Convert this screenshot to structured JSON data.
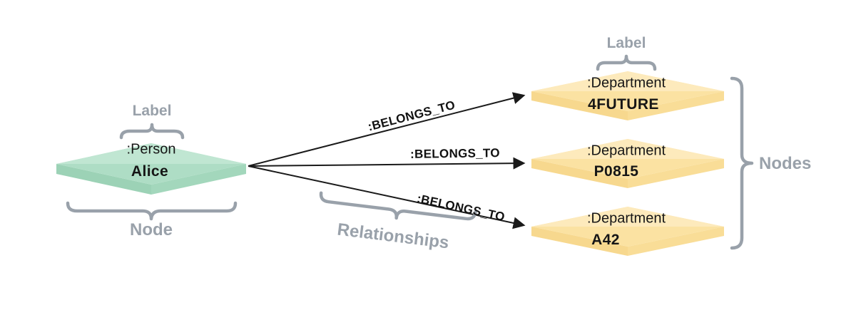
{
  "person_node": {
    "label": ":Person",
    "name": "Alice"
  },
  "department_nodes": [
    {
      "label": ":Department",
      "name": "4FUTURE"
    },
    {
      "label": ":Department",
      "name": "P0815"
    },
    {
      "label": ":Department",
      "name": "A42"
    }
  ],
  "relationships": [
    {
      "type": ":BELONGS_TO"
    },
    {
      "type": ":BELONGS_TO"
    },
    {
      "type": ":BELONGS_TO"
    }
  ],
  "annotations": {
    "person_label_caption": "Label",
    "department_label_caption": "Label",
    "node_caption": "Node",
    "nodes_caption": "Nodes",
    "relationships_caption": "Relationships"
  },
  "colors": {
    "person_node_fill": "#b3e0ca",
    "person_node_highlight": "#c3e8d4",
    "person_node_side": "#9cd2b6",
    "department_node_fill": "#fbe2a2",
    "department_node_highlight": "#fdeabc",
    "department_node_side": "#f7d88e",
    "annotation_gray": "#99a1aa",
    "arrow_black": "#1a1a1a"
  }
}
